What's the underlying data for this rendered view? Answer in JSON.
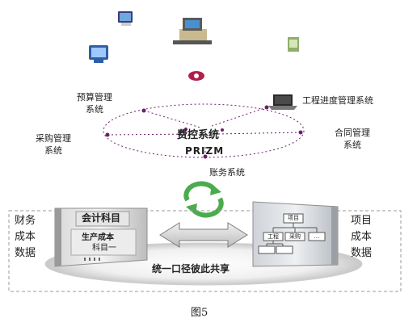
{
  "center": {
    "title": "费控系统",
    "product": "PRIZM"
  },
  "nodes": {
    "budget": "预算管理\n系统",
    "schedule": "工程进度管理系统",
    "procurement": "采购管理\n系统",
    "contract": "合同管理\n系统",
    "accounting": "账务系统"
  },
  "left_panel": {
    "side_label": "财务\n成本\n数据",
    "cabinet_title": "会计科目",
    "line1": "生产成本",
    "line2": "科目一"
  },
  "right_panel": {
    "side_label": "项目\n成本\n数据",
    "org_root": "项目",
    "org_children": [
      "工程",
      "采购",
      "…"
    ],
    "org_leaves": [
      "",
      ""
    ]
  },
  "shared_label": "统一口径彼此共享",
  "caption": "图5",
  "colors": {
    "dot": "#6b1f6b",
    "ellipse_line": "#6b1f6b",
    "cycle_arrow": "#4cab4c"
  }
}
